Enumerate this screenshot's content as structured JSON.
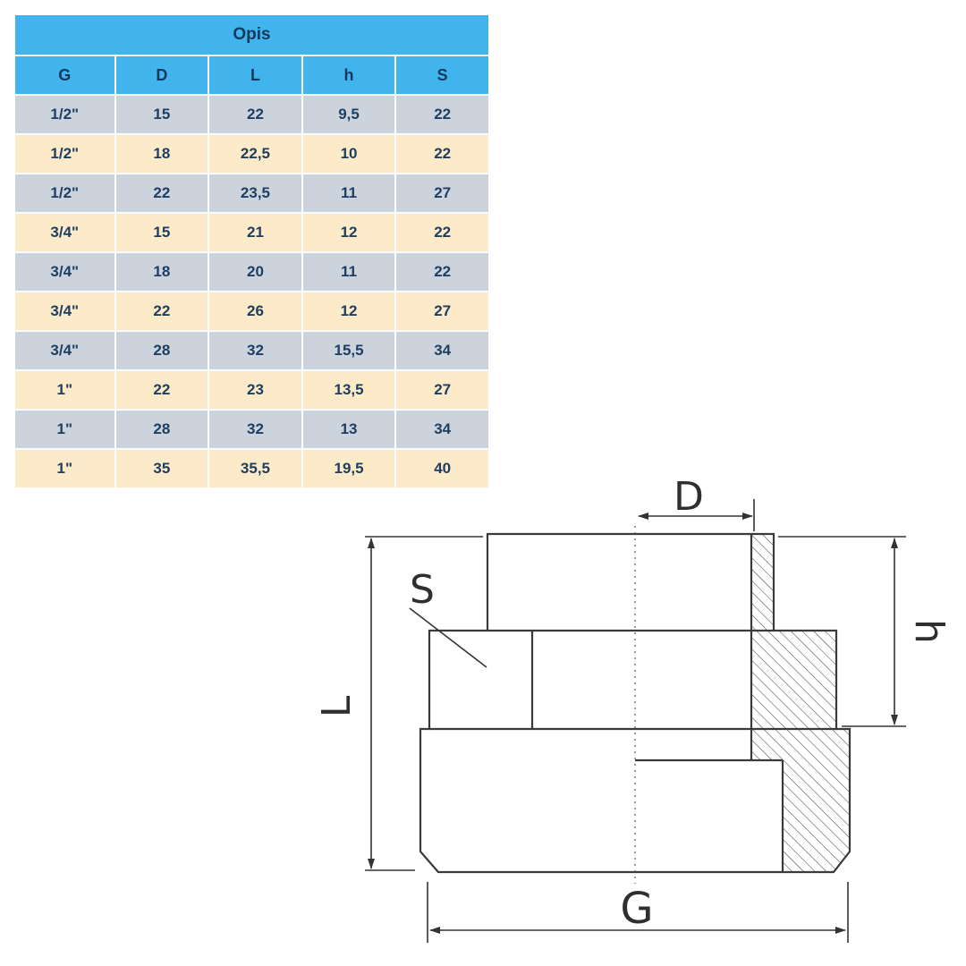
{
  "page": {
    "background": "#ffffff"
  },
  "table": {
    "title": "Opis",
    "columns": [
      "G",
      "D",
      "L",
      "h",
      "S"
    ],
    "rows": [
      [
        "1/2\"",
        "15",
        "22",
        "9,5",
        "22"
      ],
      [
        "1/2\"",
        "18",
        "22,5",
        "10",
        "22"
      ],
      [
        "1/2\"",
        "22",
        "23,5",
        "11",
        "27"
      ],
      [
        "3/4\"",
        "15",
        "21",
        "12",
        "22"
      ],
      [
        "3/4\"",
        "18",
        "20",
        "11",
        "22"
      ],
      [
        "3/4\"",
        "22",
        "26",
        "12",
        "27"
      ],
      [
        "3/4\"",
        "28",
        "32",
        "15,5",
        "34"
      ],
      [
        "1\"",
        "22",
        "23",
        "13,5",
        "27"
      ],
      [
        "1\"",
        "28",
        "32",
        "13",
        "34"
      ],
      [
        "1\"",
        "35",
        "35,5",
        "19,5",
        "40"
      ]
    ],
    "colors": {
      "header_bg": "#42b4ed",
      "row_gray_bg": "#ccd3dd",
      "row_cream_bg": "#fdeac8",
      "text": "#1d3f63"
    }
  },
  "drawing": {
    "labels": {
      "d": "D",
      "l": "L",
      "h": "h",
      "g": "G",
      "s": "S"
    },
    "stroke_color": "#3a3a3a"
  }
}
